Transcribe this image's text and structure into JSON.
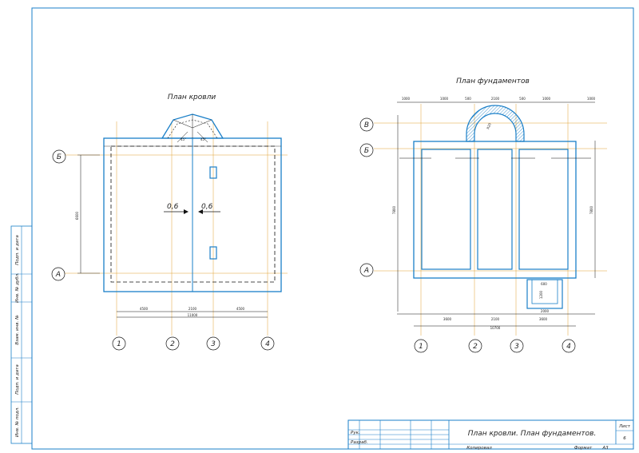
{
  "roof_plan": {
    "title": "План кровли",
    "slope_left": "0,6",
    "slope_right": "0,6",
    "axes_rows": [
      "Б",
      "А"
    ],
    "axes_cols": [
      "1",
      "2",
      "3",
      "4"
    ],
    "dim_total": "11000",
    "dim_spans": [
      "4500",
      "2100",
      "4500"
    ],
    "dim_vertical": "6600",
    "angle_labels": [
      "45°",
      "45°"
    ]
  },
  "foundation_plan": {
    "title": "План фундаментов",
    "axes_rows": [
      "В",
      "Б",
      "А"
    ],
    "axes_cols": [
      "1",
      "2",
      "3",
      "4"
    ],
    "dim_top": [
      "1000",
      "1000",
      "500",
      "2100",
      "500",
      "1000",
      "1000"
    ],
    "dim_bottom_total": "10700",
    "dim_bottom_spans": [
      "3600",
      "2100",
      "3600"
    ],
    "dim_vertical_right": "7800",
    "dim_vertical_left": "7800",
    "porch_dims": [
      "600",
      "1200",
      "2000"
    ]
  },
  "side_stamp": [
    "Инв. № подл.",
    "Подп. и дата",
    "Взам. инв. №",
    "Инв. № дубл.",
    "Подп. и дата"
  ],
  "title_block": {
    "row1": "Рук.",
    "row2": "Разраб.",
    "sheet_title": "План кровли.  План фундаментов.",
    "sheet_label": "Лист",
    "sheet_number": "6",
    "copied": "Копировал",
    "format_label": "Формат",
    "format_value": "А3"
  },
  "colors": {
    "outline": "#1a7fc8",
    "axis": "#e0a030",
    "line": "#111111"
  }
}
